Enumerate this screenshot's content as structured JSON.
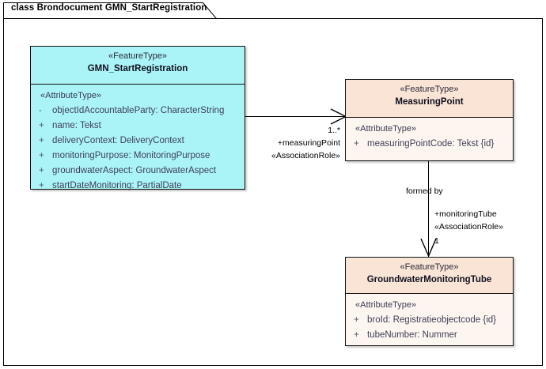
{
  "frame": {
    "title": "class Brondocument GMN_StartRegistration"
  },
  "classes": [
    {
      "id": "gmn-start-registration",
      "stereotype": "«FeatureType»",
      "name": "GMN_StartRegistration",
      "attr_stereotype": "«AttributeType»",
      "attributes": [
        {
          "visibility": "-",
          "text": "objectIdAccountableParty: CharacterString"
        },
        {
          "visibility": "+",
          "text": "name: Tekst"
        },
        {
          "visibility": "+",
          "text": "deliveryContext: DeliveryContext"
        },
        {
          "visibility": "+",
          "text": "monitoringPurpose: MonitoringPurpose"
        },
        {
          "visibility": "+",
          "text": "groundwaterAspect: GroundwaterAspect"
        },
        {
          "visibility": "+",
          "text": "startDateMonitoring: PartialDate"
        }
      ]
    },
    {
      "id": "measuring-point",
      "stereotype": "«FeatureType»",
      "name": "MeasuringPoint",
      "attr_stereotype": "«AttributeType»",
      "attributes": [
        {
          "visibility": "+",
          "text": "measuringPointCode: Tekst {id}"
        }
      ]
    },
    {
      "id": "groundwater-monitoring-tube",
      "stereotype": "«FeatureType»",
      "name": "GroundwaterMonitoringTube",
      "attr_stereotype": "«AttributeType»",
      "attributes": [
        {
          "visibility": "+",
          "text": "broId: Registratieobjectcode {id}"
        },
        {
          "visibility": "+",
          "text": "tubeNumber: Nummer"
        }
      ]
    }
  ],
  "associations": [
    {
      "id": "assoc-measuring-point",
      "multiplicity": "1..*",
      "role": "+measuringPoint",
      "stereotype": "«AssociationRole»"
    },
    {
      "id": "assoc-monitoring-tube",
      "name": "formed by",
      "multiplicity": "1",
      "role": "+monitoringTube",
      "stereotype": "«AssociationRole»"
    }
  ],
  "colors": {
    "class_fill_cyan": "#aaf4f7",
    "class_fill_peach": "#fdf6f0",
    "class_header_peach": "#fae4d5",
    "border": "#111111",
    "text": "#3e3e57"
  }
}
